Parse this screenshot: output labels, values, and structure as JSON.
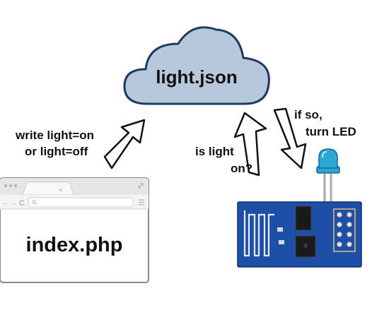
{
  "cloud": {
    "label": "light.json"
  },
  "arrows": {
    "write": {
      "line1": "write light=on",
      "line2": "or light=off"
    },
    "query": {
      "line1": "is light",
      "line2": "on?"
    },
    "respond": {
      "line1": "if so,",
      "line2": "turn LED"
    }
  },
  "browser": {
    "page_label": "index.php"
  },
  "colors": {
    "cloud_fill": "#b8c8dc",
    "cloud_stroke": "#1e3a63",
    "board": "#1e4fa8",
    "led": "#2aa7d3"
  }
}
